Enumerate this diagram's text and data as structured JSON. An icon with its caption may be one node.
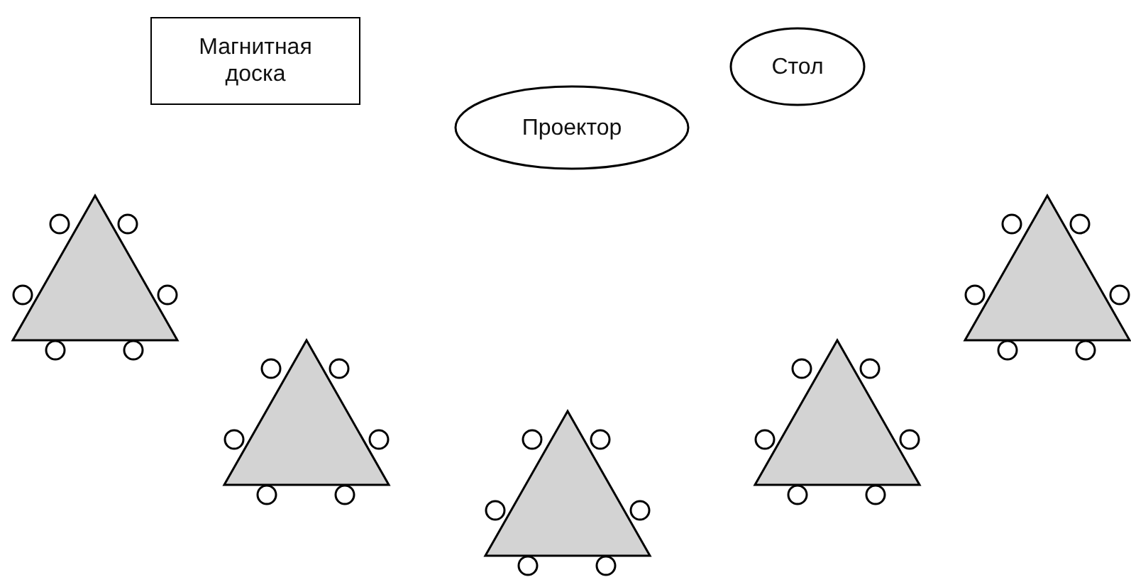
{
  "diagram": {
    "nodes": [
      {
        "text": [
          "Магнитная доска"
        ]
      },
      {
        "text": [
          "Стол"
        ]
      },
      {
        "text": [
          "Проектор"
        ]
      },
      {
        "text": [],
        "shape": "triangle"
      },
      {
        "text": [],
        "shape": "triangle"
      },
      {
        "text": [],
        "shape": "triangle"
      },
      {
        "text": [],
        "shape": "triangle"
      },
      {
        "text": [],
        "shape": "triangle"
      }
    ]
  }
}
